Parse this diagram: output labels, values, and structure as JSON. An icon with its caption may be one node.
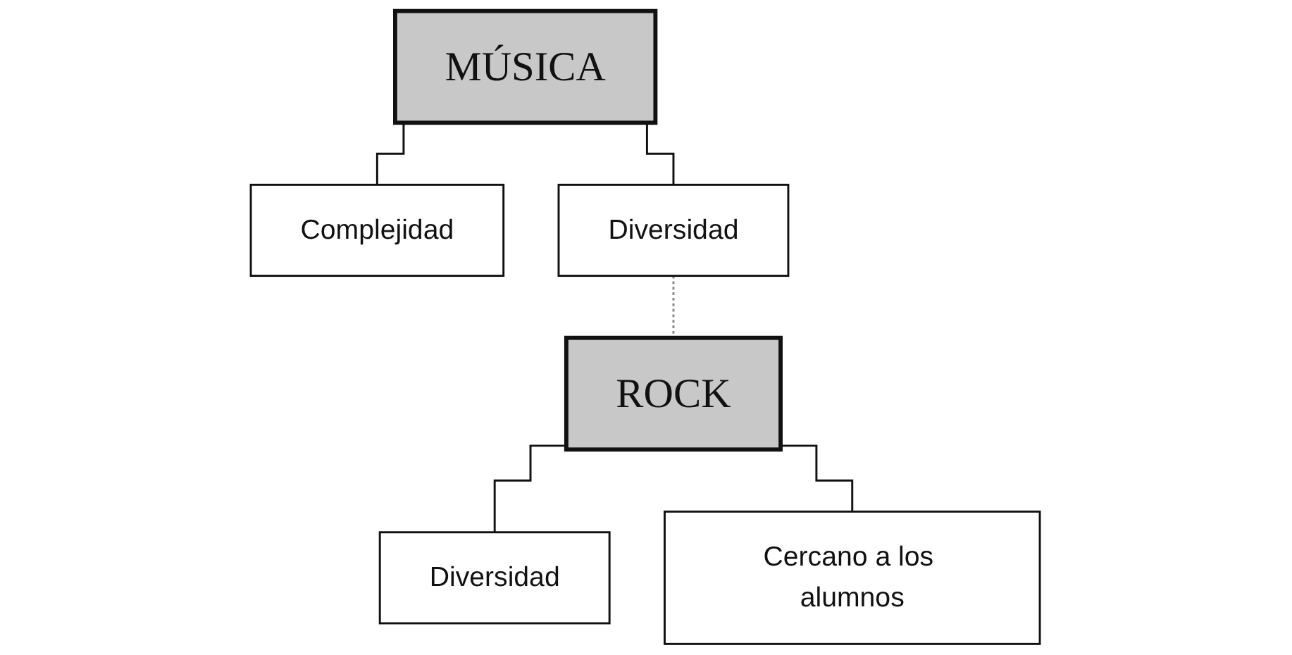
{
  "diagram": {
    "nodes": [
      {
        "text": [
          "MÚSICA"
        ]
      },
      {
        "text": [
          "Complejidad"
        ]
      },
      {
        "text": [
          "Diversidad"
        ]
      },
      {
        "text": [
          "ROCK"
        ]
      },
      {
        "text": [
          "Diversidad"
        ]
      },
      {
        "text": [
          "Cercano a los alumnos"
        ]
      }
    ],
    "edges": [
      {
        "from": 0,
        "to": 1,
        "arrow": "none"
      },
      {
        "from": 0,
        "to": 2,
        "arrow": "none"
      },
      {
        "from": 2,
        "to": 3,
        "arrow": "none",
        "style": "dashed",
        "color": "#888888"
      },
      {
        "from": 3,
        "to": 4,
        "arrow": "none"
      },
      {
        "from": 3,
        "to": 5,
        "arrow": "none"
      }
    ]
  }
}
